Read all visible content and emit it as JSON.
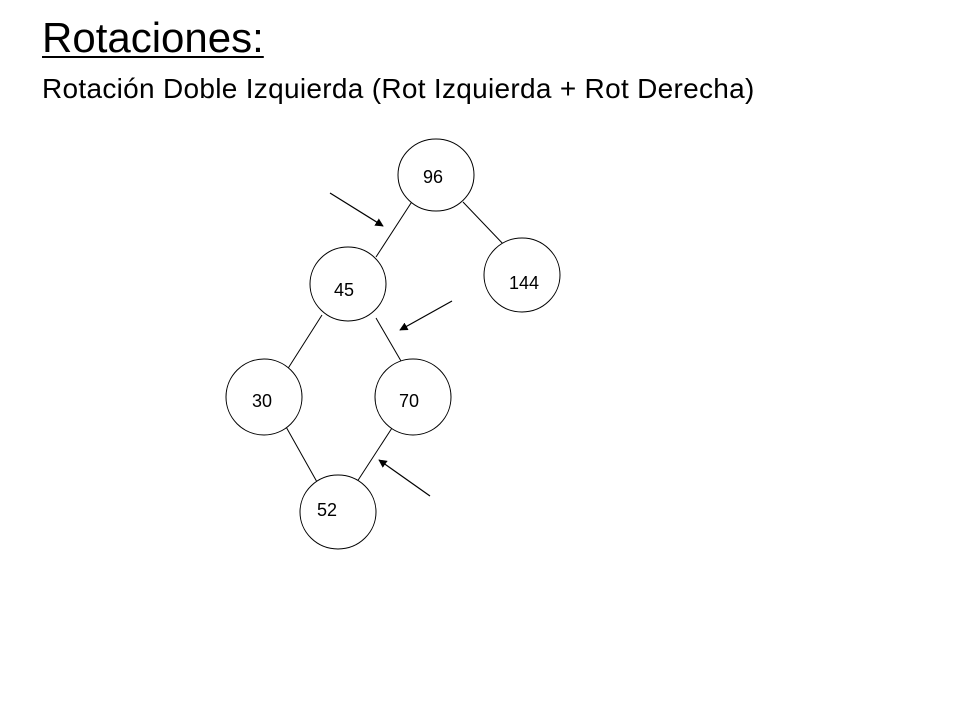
{
  "title": "Rotaciones:",
  "subtitle": "Rotación Doble Izquierda (Rot Izquierda + Rot Derecha)",
  "tree": {
    "nodes": [
      {
        "id": "n96",
        "label": "96"
      },
      {
        "id": "n144",
        "label": "144"
      },
      {
        "id": "n45",
        "label": "45"
      },
      {
        "id": "n30",
        "label": "30"
      },
      {
        "id": "n70",
        "label": "70"
      },
      {
        "id": "n52",
        "label": "52"
      }
    ],
    "edges": [
      {
        "from": "96",
        "to": "45"
      },
      {
        "from": "96",
        "to": "144"
      },
      {
        "from": "45",
        "to": "30"
      },
      {
        "from": "45",
        "to": "70"
      },
      {
        "from": "30",
        "to": "52"
      },
      {
        "from": "70",
        "to": "52"
      }
    ],
    "arrows": [
      {
        "points_to": "edge 96-45"
      },
      {
        "points_to": "edge 45-70"
      },
      {
        "points_to": "edge 70-52"
      }
    ]
  },
  "colors": {
    "stroke": "#000000",
    "background": "#ffffff"
  }
}
